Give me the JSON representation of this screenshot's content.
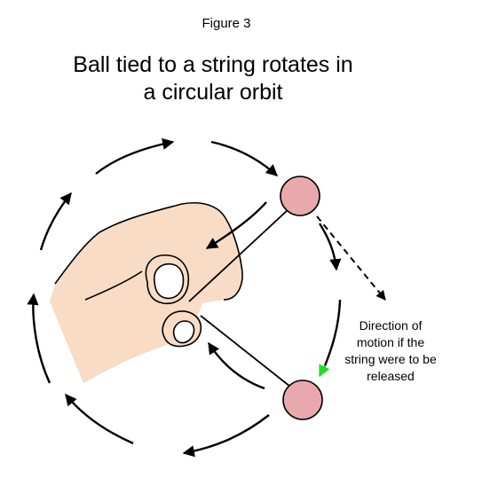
{
  "figure_label": "Figure 3",
  "title_lines": [
    "Ball tied to a string rotates in",
    "a circular orbit"
  ],
  "annotation_lines": [
    "Direction of",
    "motion if the",
    "string were to be",
    "released"
  ],
  "colors": {
    "ball": "#e9a9ac",
    "skin": "#f8dcc5",
    "line": "#000000",
    "velocity_arrow": "#22dd22"
  }
}
